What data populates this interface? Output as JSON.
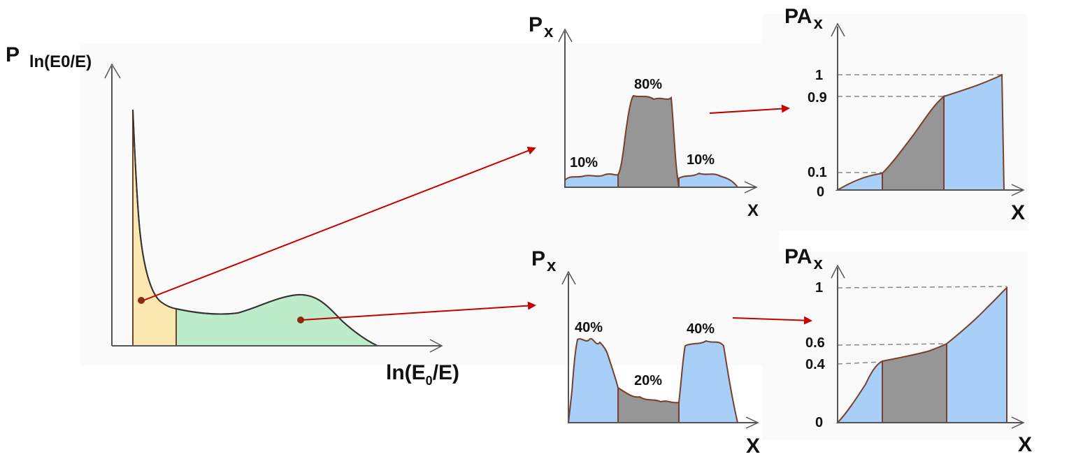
{
  "main_plot": {
    "y_label_main": "P",
    "y_label_sub": "ln(E0/E)",
    "x_label_main": "ln(E",
    "x_label_sub": "0",
    "x_label_tail": "/E)"
  },
  "panels": {
    "top_px": {
      "y_label_main": "P",
      "y_label_sub": "x",
      "x_label": "X",
      "segments": [
        {
          "label": "10%",
          "color": "#a8cff7"
        },
        {
          "label": "80%",
          "color": "#969696"
        },
        {
          "label": "10%",
          "color": "#a8cff7"
        }
      ]
    },
    "top_pa": {
      "y_label_main": "PA",
      "y_label_sub": "x",
      "x_label": "X",
      "ticks": [
        "1",
        "0.9",
        "0.1",
        "0"
      ]
    },
    "bottom_px": {
      "y_label_main": "P",
      "y_label_sub": "x",
      "x_label": "X",
      "segments": [
        {
          "label": "40%",
          "color": "#a8cff7"
        },
        {
          "label": "20%",
          "color": "#969696"
        },
        {
          "label": "40%",
          "color": "#a8cff7"
        }
      ]
    },
    "bottom_pa": {
      "y_label_main": "PA",
      "y_label_sub": "x",
      "x_label": "X",
      "ticks": [
        "1",
        "0.6",
        "0.4",
        "0"
      ]
    }
  },
  "colors": {
    "outline": "#7a3f2a",
    "arrow": "#c40000",
    "axis": "#555555",
    "blue": "#a8cff7",
    "gray": "#969696",
    "yellow": "#fbe8b0",
    "green": "#bdeccb",
    "dashed": "#888888",
    "panel_bg": "#fafafa"
  }
}
